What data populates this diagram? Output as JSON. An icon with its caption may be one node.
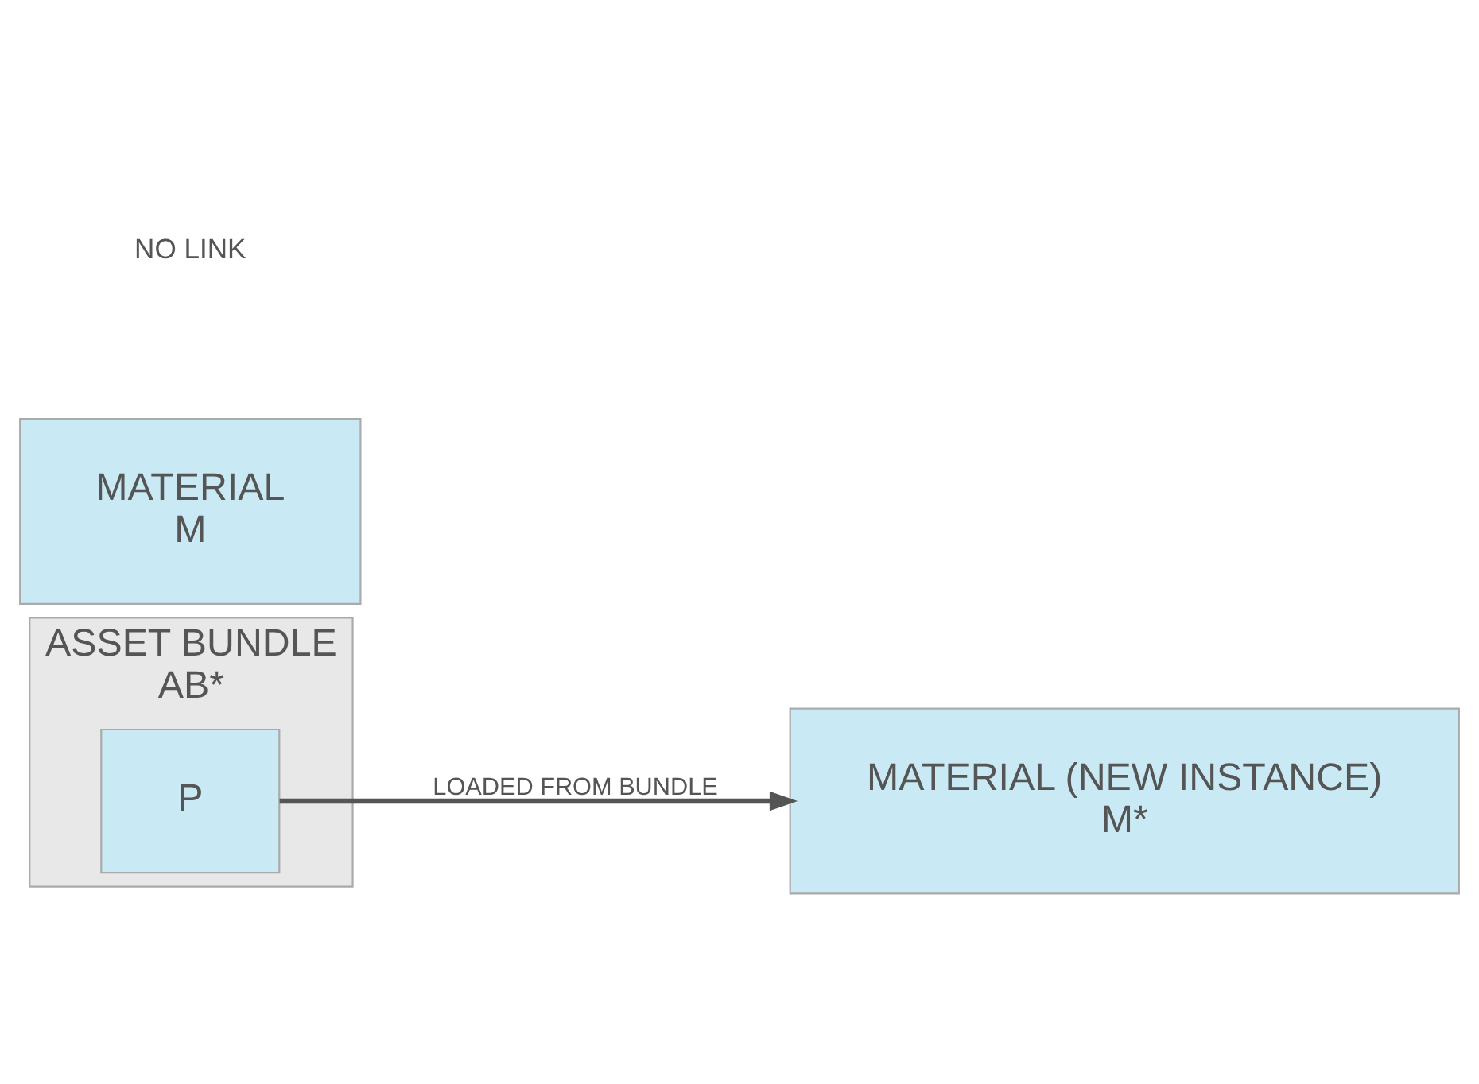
{
  "diagram": {
    "nodes": [
      {
        "text": [
          "ASSET BUNDLE",
          "AB*"
        ]
      },
      {
        "text": [
          "P"
        ],
        "in": 0
      },
      {
        "text": [
          "MATERIAL",
          "M"
        ]
      },
      {
        "text": [
          "MATERIAL (NEW INSTANCE)",
          "M*"
        ]
      }
    ],
    "edges": [
      {
        "from": 1,
        "to": 3,
        "arrow": "to",
        "label": "LOADED FROM BUNDLE"
      }
    ],
    "labels": [
      "NO LINK"
    ]
  }
}
